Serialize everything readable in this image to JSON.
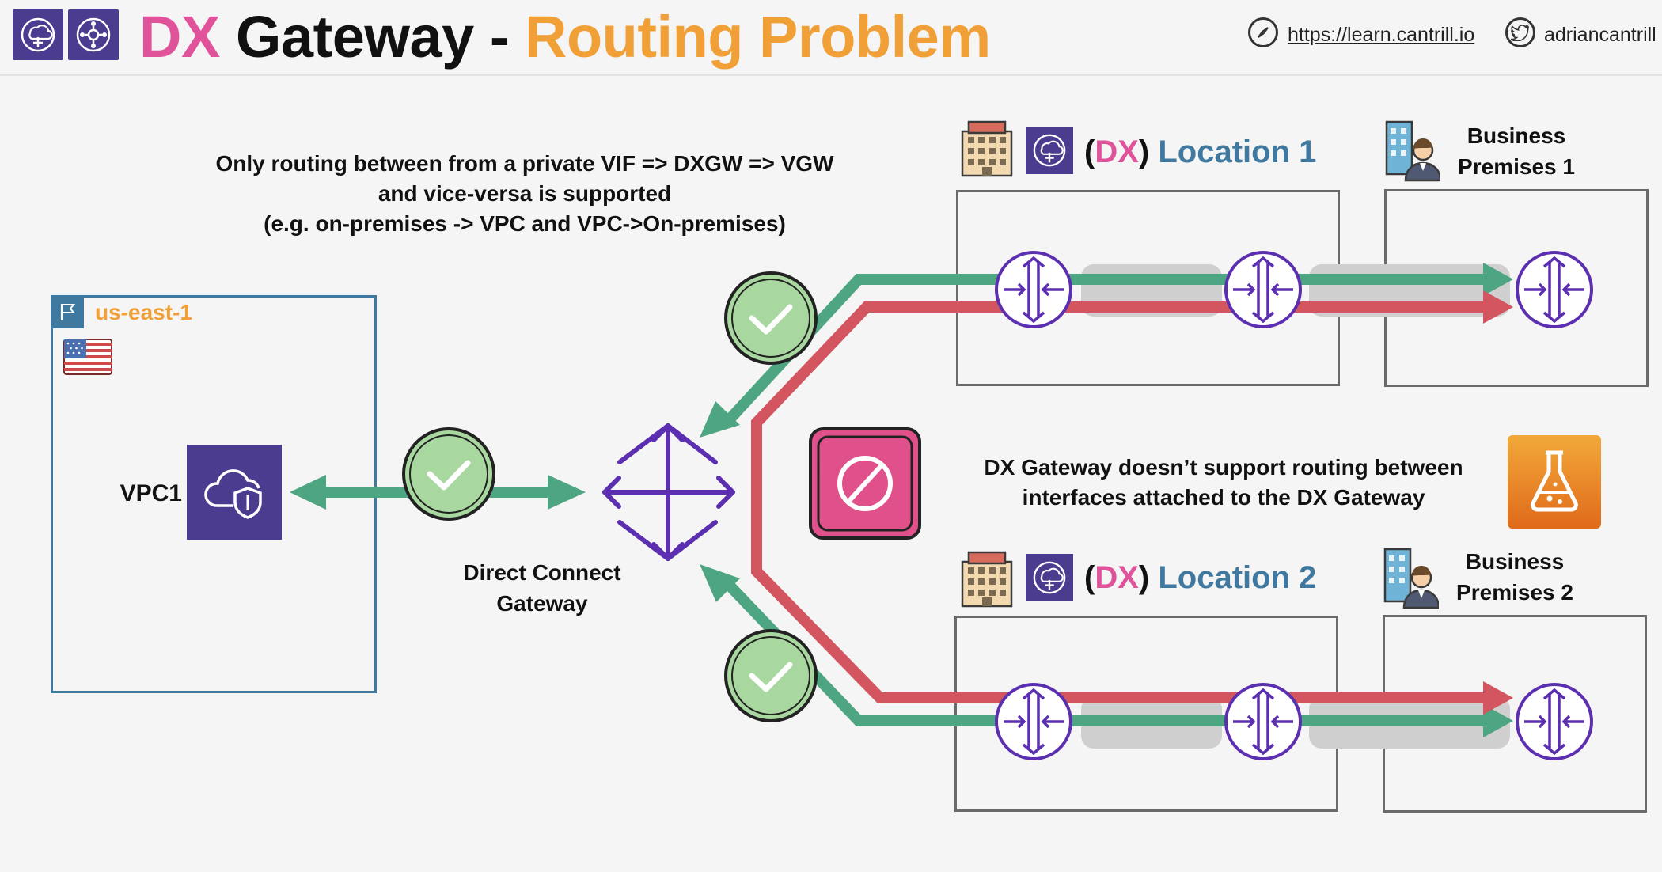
{
  "header": {
    "title_dx": "DX",
    "title_gateway": "Gateway -",
    "title_problem": "Routing Problem",
    "course_url": "https://learn.cantrill.io",
    "twitter_handle": "adriancantrill"
  },
  "notes": {
    "routing_line1": "Only routing between from a private VIF => DXGW =>  VGW",
    "routing_line2": "and vice-versa is supported",
    "routing_line3": "(e.g. on-premises -> VPC and VPC->On-premises)",
    "limitation_line1": "DX Gateway doesn’t support routing between",
    "limitation_line2": "interfaces attached to the DX Gateway"
  },
  "region": {
    "label": "us-east-1"
  },
  "vpc": {
    "label": "VPC1"
  },
  "dx_gateway": {
    "label_line1": "Direct Connect",
    "label_line2": "Gateway"
  },
  "locations": [
    {
      "paren_open": "(",
      "dx": "DX",
      "paren_close": ")",
      "name": "Location 1",
      "premises_line1": "Business",
      "premises_line2": "Premises 1"
    },
    {
      "paren_open": "(",
      "dx": "DX",
      "paren_close": ")",
      "name": "Location 2",
      "premises_line1": "Business",
      "premises_line2": "Premises 2"
    }
  ],
  "colors": {
    "accent_purple": "#4b3c8f",
    "router_purple": "#5b2fb0",
    "allowed_green": "#4ea581",
    "denied_red": "#d2555f",
    "dx_pink": "#e0539a",
    "title_orange": "#f0a036",
    "location_blue": "#3f79a0",
    "check_fill": "#a8d8a0"
  },
  "icons": {
    "header": [
      "dx-location-icon",
      "transit-hub-icon"
    ],
    "links": [
      "compass-icon",
      "twitter-icon"
    ],
    "diagram": [
      "us-flag-icon",
      "region-flag-icon",
      "vpc-cloud-shield-icon",
      "dx-gateway-icon",
      "router-icon",
      "building-icon",
      "business-person-icon",
      "deny-icon",
      "lab-flask-icon",
      "check-icon"
    ]
  }
}
